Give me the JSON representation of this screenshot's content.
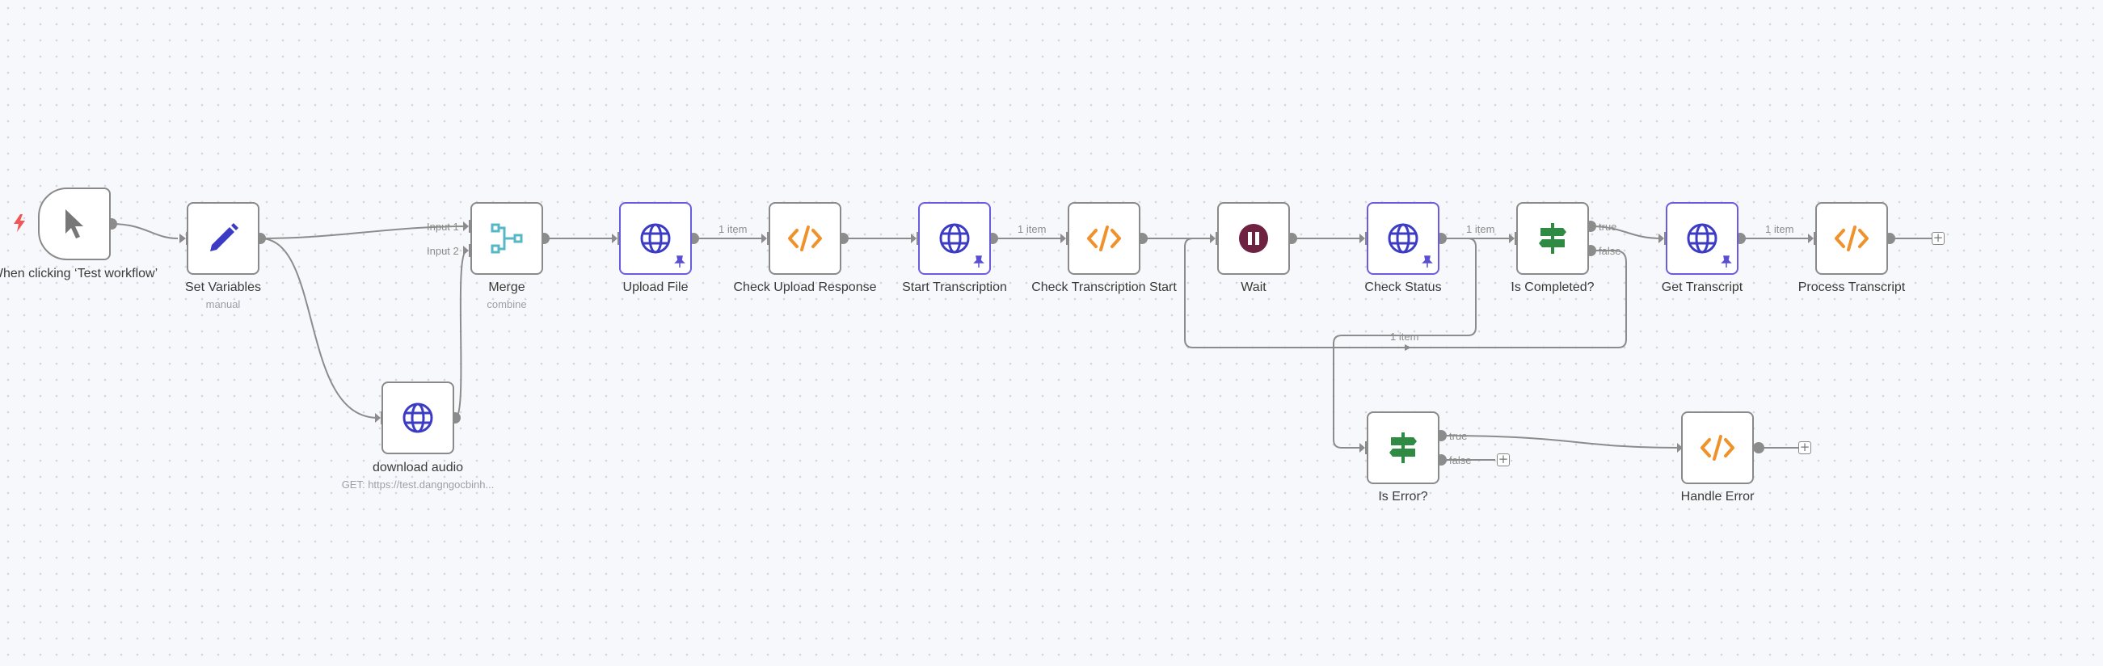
{
  "nodes": {
    "trigger": {
      "label": "When clicking ‘Test workflow’",
      "icon": "cursor-icon"
    },
    "set_variables": {
      "label": "Set Variables",
      "sub": "manual",
      "icon": "pencil-icon"
    },
    "download_audio": {
      "label": "download audio",
      "sub": "GET: https://test.dangngocbinh...",
      "icon": "globe-icon"
    },
    "merge": {
      "label": "Merge",
      "sub": "combine",
      "icon": "merge-icon",
      "inputs": [
        "Input 1",
        "Input 2"
      ]
    },
    "upload_file": {
      "label": "Upload File",
      "icon": "globe-icon"
    },
    "check_upload_response": {
      "label": "Check Upload Response",
      "icon": "code-icon"
    },
    "start_transcription": {
      "label": "Start Transcription",
      "icon": "globe-icon"
    },
    "check_transcription_start": {
      "label": "Check Transcription Start",
      "icon": "code-icon"
    },
    "wait": {
      "label": "Wait",
      "icon": "pause-icon"
    },
    "check_status": {
      "label": "Check Status",
      "icon": "globe-icon"
    },
    "is_completed": {
      "label": "Is Completed?",
      "icon": "signpost-icon",
      "outputs": [
        "true",
        "false"
      ]
    },
    "get_transcript": {
      "label": "Get Transcript",
      "icon": "globe-icon"
    },
    "process_transcript": {
      "label": "Process Transcript",
      "icon": "code-icon"
    },
    "is_error": {
      "label": "Is Error?",
      "icon": "signpost-icon",
      "outputs": [
        "true",
        "false"
      ]
    },
    "handle_error": {
      "label": "Handle Error",
      "icon": "code-icon"
    }
  },
  "edge_labels": {
    "upload_to_check": "1 item",
    "start_to_check": "1 item",
    "status_to_completed": "1 item",
    "get_to_process": "1 item",
    "loop_back": "1 item"
  },
  "colors": {
    "node_border": "#8a8a8a",
    "selected_border": "#6a5ce0",
    "globe": "#3b3bc4",
    "code": "#f0922b",
    "signpost": "#2f8a43",
    "merge": "#54b8c6",
    "wait": "#6e2140",
    "edge": "#8c8c8c",
    "trigger_bolt": "#f25656"
  }
}
